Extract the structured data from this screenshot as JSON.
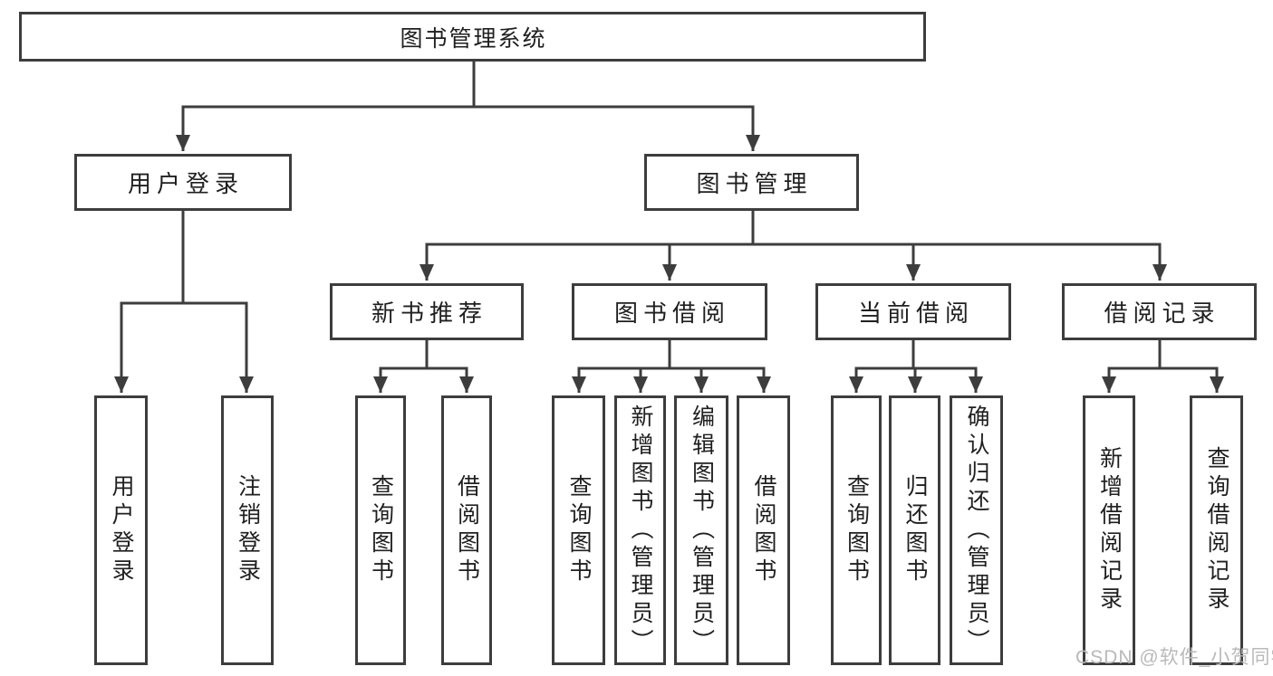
{
  "diagram": {
    "tree": {
      "root": {
        "label": "图书管理系统"
      },
      "branches": [
        {
          "label": "用户登录",
          "children": [
            {
              "label": "用户登录"
            },
            {
              "label": "注销登录"
            }
          ]
        },
        {
          "label": "图书管理",
          "children": [
            {
              "label": "新书推荐",
              "children": [
                {
                  "label": "查询图书"
                },
                {
                  "label": "借阅图书"
                }
              ]
            },
            {
              "label": "图书借阅",
              "children": [
                {
                  "label": "查询图书"
                },
                {
                  "label": "新增图书（管理员）"
                },
                {
                  "label": "编辑图书（管理员）"
                },
                {
                  "label": "借阅图书"
                }
              ]
            },
            {
              "label": "当前借阅",
              "children": [
                {
                  "label": "查询图书"
                },
                {
                  "label": "归还图书"
                },
                {
                  "label": "确认归还（管理员）"
                }
              ]
            },
            {
              "label": "借阅记录",
              "children": [
                {
                  "label": "新增借阅记录"
                },
                {
                  "label": "查询借阅记录"
                }
              ]
            }
          ]
        }
      ]
    }
  },
  "watermark": {
    "text": "CSDN @软件_小贺同学"
  },
  "colors": {
    "line": "#3d3d3d",
    "text": "#1f1f1f",
    "background": "#ffffff",
    "watermark": "#b9b9b9"
  }
}
